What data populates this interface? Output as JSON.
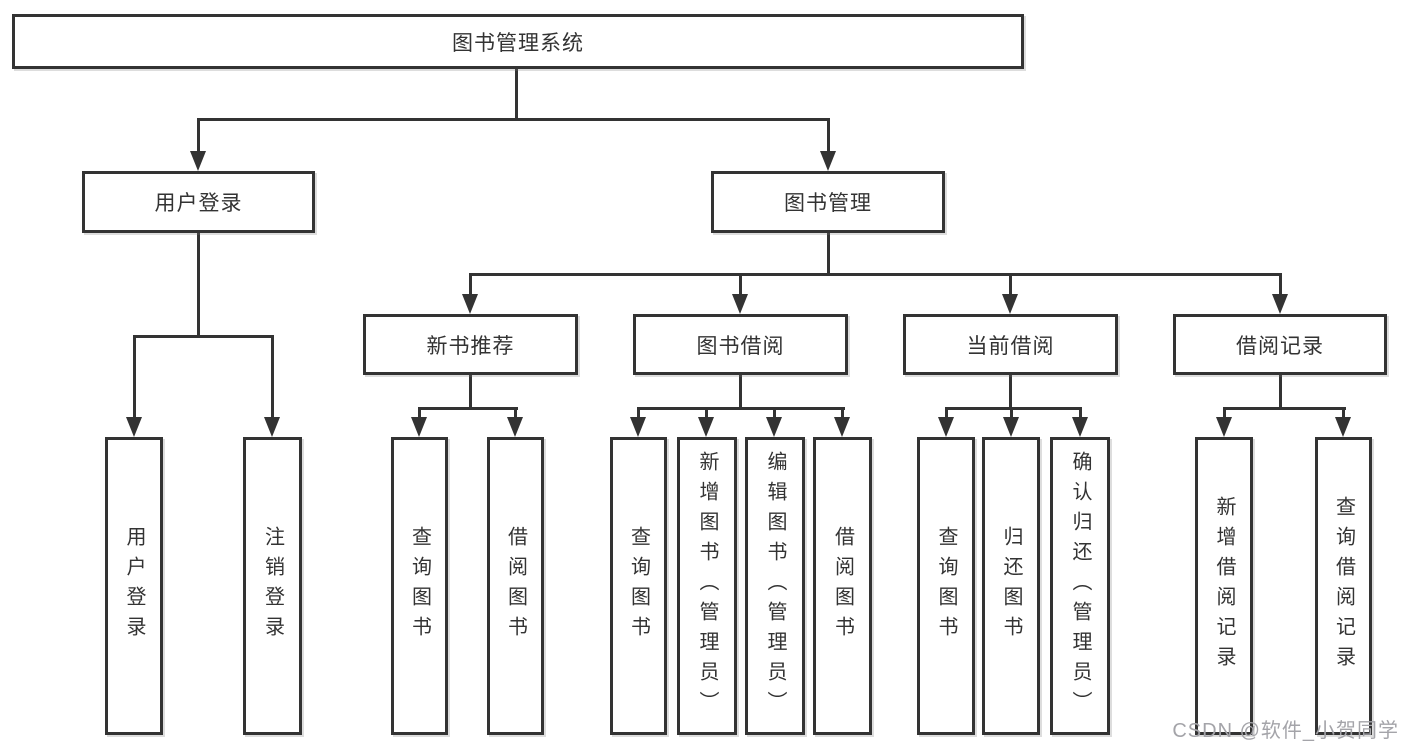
{
  "tree": {
    "root": {
      "label": "图书管理系统"
    },
    "login": {
      "label": "用户登录",
      "children": [
        {
          "label": "用户登录"
        },
        {
          "label": "注销登录"
        }
      ]
    },
    "mgmt": {
      "label": "图书管理",
      "children": [
        {
          "label": "新书推荐",
          "children": [
            {
              "label": "查询图书"
            },
            {
              "label": "借阅图书"
            }
          ]
        },
        {
          "label": "图书借阅",
          "children": [
            {
              "label": "查询图书"
            },
            {
              "label": "新增图书（管理员）"
            },
            {
              "label": "编辑图书（管理员）"
            },
            {
              "label": "借阅图书"
            }
          ]
        },
        {
          "label": "当前借阅",
          "children": [
            {
              "label": "查询图书"
            },
            {
              "label": "归还图书"
            },
            {
              "label": "确认归还（管理员）"
            }
          ]
        },
        {
          "label": "借阅记录",
          "children": [
            {
              "label": "新增借阅记录"
            },
            {
              "label": "查询借阅记录"
            }
          ]
        }
      ]
    }
  },
  "watermark": {
    "text": "CSDN @软件_小贺同学"
  },
  "colors": {
    "line": "#333333",
    "text": "#333333",
    "box-bg": "#ffffff",
    "watermark": "#a4a4a9",
    "background": "#ffffff"
  }
}
